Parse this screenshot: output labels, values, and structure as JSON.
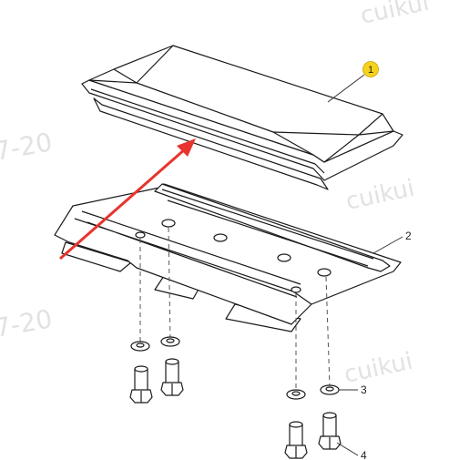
{
  "watermarks": {
    "brand": "cuikui",
    "date_fragment": "7-20"
  },
  "callouts": {
    "c1": "1",
    "c2": "2",
    "c3": "3",
    "c4": "4"
  },
  "colors": {
    "line": "#1a1a1a",
    "arrow": "#e8332e",
    "badge": "#f5d21d",
    "watermark": "#e2e2e2",
    "background": "#ffffff"
  }
}
